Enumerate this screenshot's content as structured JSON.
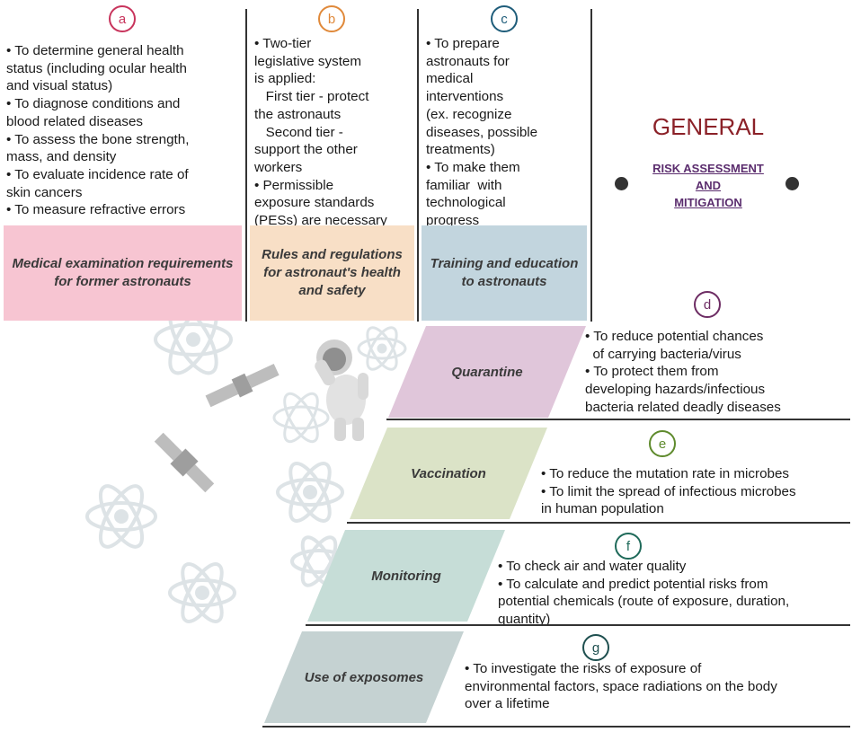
{
  "columns": [
    {
      "letter": "a",
      "color": "#c8345c",
      "box_color": "#f7c5d2",
      "bullets": [
        "• To determine general health",
        "status (including ocular health",
        "and visual status)",
        "• To diagnose conditions and",
        "blood related diseases",
        "• To assess the bone strength,",
        "mass, and density",
        "• To evaluate incidence rate of",
        "skin cancers",
        "• To measure refractive errors"
      ],
      "label": "Medical examination requirements for former astronauts"
    },
    {
      "letter": "b",
      "color": "#e0893a",
      "box_color": "#f8dfc6",
      "bullets": [
        "• Two-tier",
        "legislative system",
        "is applied:",
        "   First tier - protect",
        "the astronauts",
        "   Second tier -",
        "support the other",
        "workers",
        "• Permissible",
        "exposure standards",
        "(PESs) are necessary"
      ],
      "label": "Rules and regulations for astronaut's health and safety"
    },
    {
      "letter": "c",
      "color": "#1f5d7a",
      "box_color": "#c2d5de",
      "bullets": [
        "• To prepare",
        "astronauts for",
        "medical",
        "interventions",
        "(ex. recognize",
        "diseases, possible",
        "treatments)",
        "• To make them",
        "familiar  with",
        "technological",
        "progress"
      ],
      "label": "Training and education to astronauts"
    }
  ],
  "general": {
    "title": "GENERAL",
    "subtitle_lines": [
      "RISK ASSESSMENT",
      "AND",
      "MITIGATION"
    ]
  },
  "rows": [
    {
      "letter": "d",
      "color": "#6d2c63",
      "fill": "#e0c6da",
      "label": "Quarantine",
      "bullets": [
        "• To reduce potential chances",
        "  of carrying bacteria/virus",
        "• To protect them from",
        "developing hazards/infectious",
        "bacteria related deadly diseases"
      ]
    },
    {
      "letter": "e",
      "color": "#5e8a2c",
      "fill": "#dbe3c7",
      "label": "Vaccination",
      "bullets": [
        "• To reduce the mutation rate in microbes",
        "• To limit the spread of infectious microbes",
        "in human population"
      ]
    },
    {
      "letter": "f",
      "color": "#1f6a5a",
      "fill": "#c6ddd7",
      "label": "Monitoring",
      "bullets": [
        "• To check air and water quality",
        "• To calculate and predict potential risks from",
        "potential chemicals (route of exposure, duration,",
        "quantity)"
      ]
    },
    {
      "letter": "g",
      "color": "#1e4f4f",
      "fill": "#c5d2d2",
      "label": "Use of exposomes",
      "bullets": [
        "• To investigate the risks of exposure of",
        "environmental factors, space radiations on the body",
        "over a lifetime"
      ]
    }
  ]
}
